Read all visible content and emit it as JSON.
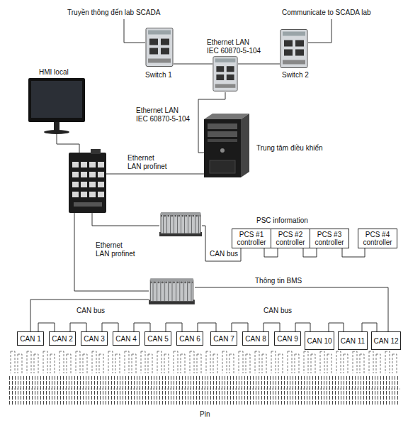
{
  "diagram": {
    "nodes": [
      {
        "text": [
          "PCS #1 controller"
        ]
      },
      {
        "text": [
          "PCS #2 controller"
        ]
      },
      {
        "text": [
          "PCS #3 controller"
        ]
      },
      {
        "text": [
          "PCS #4 controller"
        ]
      },
      {
        "text": [
          "CAN 1"
        ]
      },
      {
        "text": [
          "CAN 2"
        ]
      },
      {
        "text": [
          "CAN 3"
        ]
      },
      {
        "text": [
          "CAN 4"
        ]
      },
      {
        "text": [
          "CAN 5"
        ]
      },
      {
        "text": [
          "CAN 6"
        ]
      },
      {
        "text": [
          "CAN 7"
        ]
      },
      {
        "text": [
          "CAN 8"
        ]
      },
      {
        "text": [
          "CAN 9"
        ]
      },
      {
        "text": [
          "CAN 10"
        ]
      },
      {
        "text": [
          "CAN 11"
        ]
      },
      {
        "text": [
          "CAN 12"
        ]
      }
    ],
    "edges": [
      {
        "from": 0,
        "to": 1,
        "arrow": "none"
      },
      {
        "from": 1,
        "to": 2,
        "arrow": "none"
      },
      {
        "from": 2,
        "to": 3,
        "arrow": "none"
      },
      {
        "from": 4,
        "to": 5,
        "arrow": "none"
      },
      {
        "from": 5,
        "to": 6,
        "arrow": "none"
      },
      {
        "from": 6,
        "to": 7,
        "arrow": "none"
      },
      {
        "from": 7,
        "to": 8,
        "arrow": "none"
      },
      {
        "from": 8,
        "to": 9,
        "arrow": "none"
      },
      {
        "from": 9,
        "to": 10,
        "arrow": "none"
      },
      {
        "from": 10,
        "to": 11,
        "arrow": "none"
      },
      {
        "from": 11,
        "to": 12,
        "arrow": "none"
      },
      {
        "from": 12,
        "to": 13,
        "arrow": "none"
      },
      {
        "from": 13,
        "to": 14,
        "arrow": "none"
      },
      {
        "from": 14,
        "to": 15,
        "arrow": "none"
      }
    ],
    "labels": [
      "Truyền thông đến lab SCADA",
      "Communicate to SCADA lab",
      "Ethernet LAN IEC 60870-5-104",
      "Switch 1",
      "Switch 2",
      "HMI local",
      "Ethernet LAN IEC 60870-5-104",
      "Trung tâm điều khiển",
      "Ethernet LAN profinet",
      "PSC information",
      "CAN bus",
      "Ethernet LAN profinet",
      "Thông tin BMS",
      "CAN bus",
      "CAN bus",
      "Pin"
    ]
  }
}
